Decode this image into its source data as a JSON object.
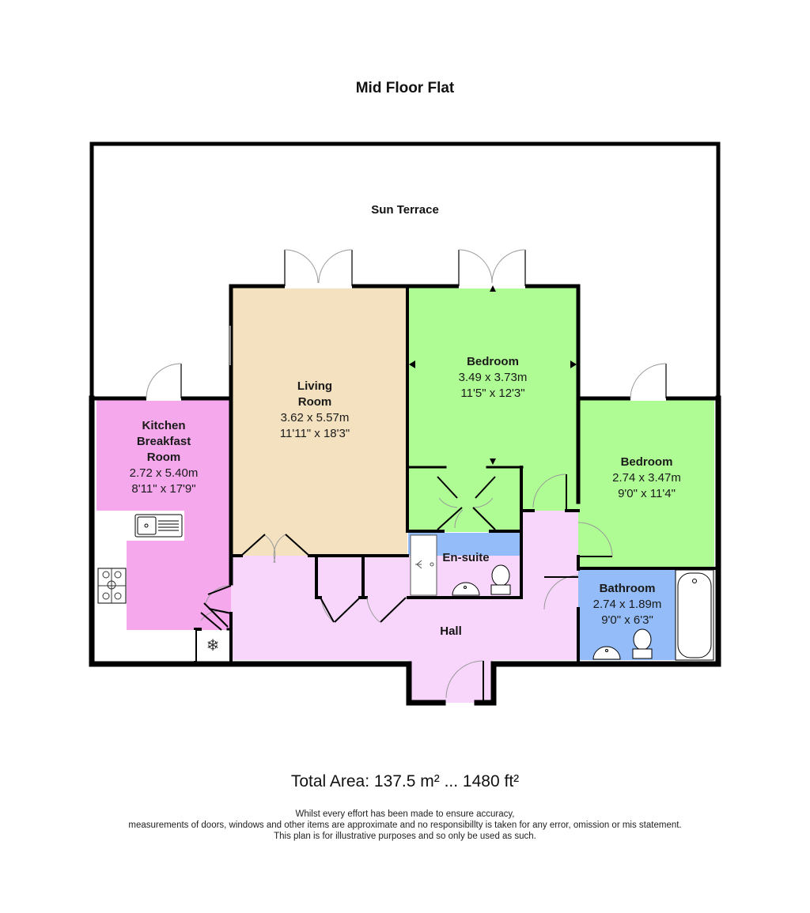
{
  "title": "Mid Floor Flat",
  "colors": {
    "kitchen": "#f5a8ec",
    "living": "#f3e1c0",
    "bedroom": "#aefc93",
    "hall": "#f8d6fb",
    "bathroom": "#93bcf9",
    "wall": "#000000",
    "background": "#ffffff"
  },
  "areas": {
    "sun_terrace": {
      "name": "Sun Terrace"
    },
    "hall": {
      "name": "Hall"
    }
  },
  "rooms": [
    {
      "id": "kitchen",
      "name_lines": [
        "Kitchen",
        "Breakfast",
        "Room"
      ],
      "metric": "2.72 x 5.40m",
      "imperial": "8'11\" x 17'9\""
    },
    {
      "id": "living",
      "name_lines": [
        "Living",
        "Room"
      ],
      "metric": "3.62 x 5.57m",
      "imperial": "11'11\" x 18'3\""
    },
    {
      "id": "bedroom1",
      "name_lines": [
        "Bedroom"
      ],
      "metric": "3.49 x 3.73m",
      "imperial": "11'5\" x 12'3\""
    },
    {
      "id": "bedroom2",
      "name_lines": [
        "Bedroom"
      ],
      "metric": "2.74 x 3.47m",
      "imperial": "9'0\" x 11'4\""
    },
    {
      "id": "ensuite",
      "name_lines": [
        "En-suite"
      ],
      "metric": "",
      "imperial": ""
    },
    {
      "id": "bathroom",
      "name_lines": [
        "Bathroom"
      ],
      "metric": "2.74 x 1.89m",
      "imperial": "9'0\" x 6'3\""
    }
  ],
  "fixtures": [
    "sink-icon",
    "hob-icon",
    "fridge-freezer-icon",
    "shower-icon",
    "washbasin-icon",
    "toilet-icon",
    "bath-icon"
  ],
  "footer": {
    "total_area": "Total Area: 137.5 m² ... 1480 ft²",
    "disclaimer": [
      "Whilst every effort has been made to ensure accuracy,",
      "measurements of doors, windows and other items are approximate and no responsibillty is taken for any error, omission or mis statement.",
      "This plan is for illustrative purposes and so only be used as such."
    ]
  }
}
